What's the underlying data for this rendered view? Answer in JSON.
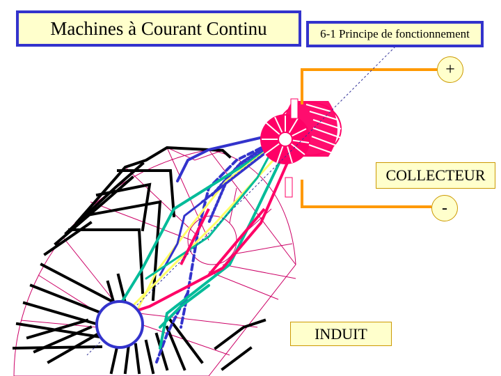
{
  "title": "Machines à Courant Continu",
  "subtitle": "6-1 Principe de fonctionnement",
  "labels": {
    "collecteur": "COLLECTEUR",
    "induit": "INDUIT",
    "plus": "+",
    "minus": "-"
  },
  "colors": {
    "box_fill": "#ffffcc",
    "box_border": "#3333cc",
    "label_border": "#cc9900",
    "lead_wire": "#ff9900",
    "commutator": "#ff0066",
    "coil_black": "#000000",
    "coil_blue": "#3333cc",
    "coil_teal": "#00bb99",
    "coil_yellow": "#ffff66",
    "coil_red": "#ff0066",
    "sector_outline": "#cc0066"
  }
}
